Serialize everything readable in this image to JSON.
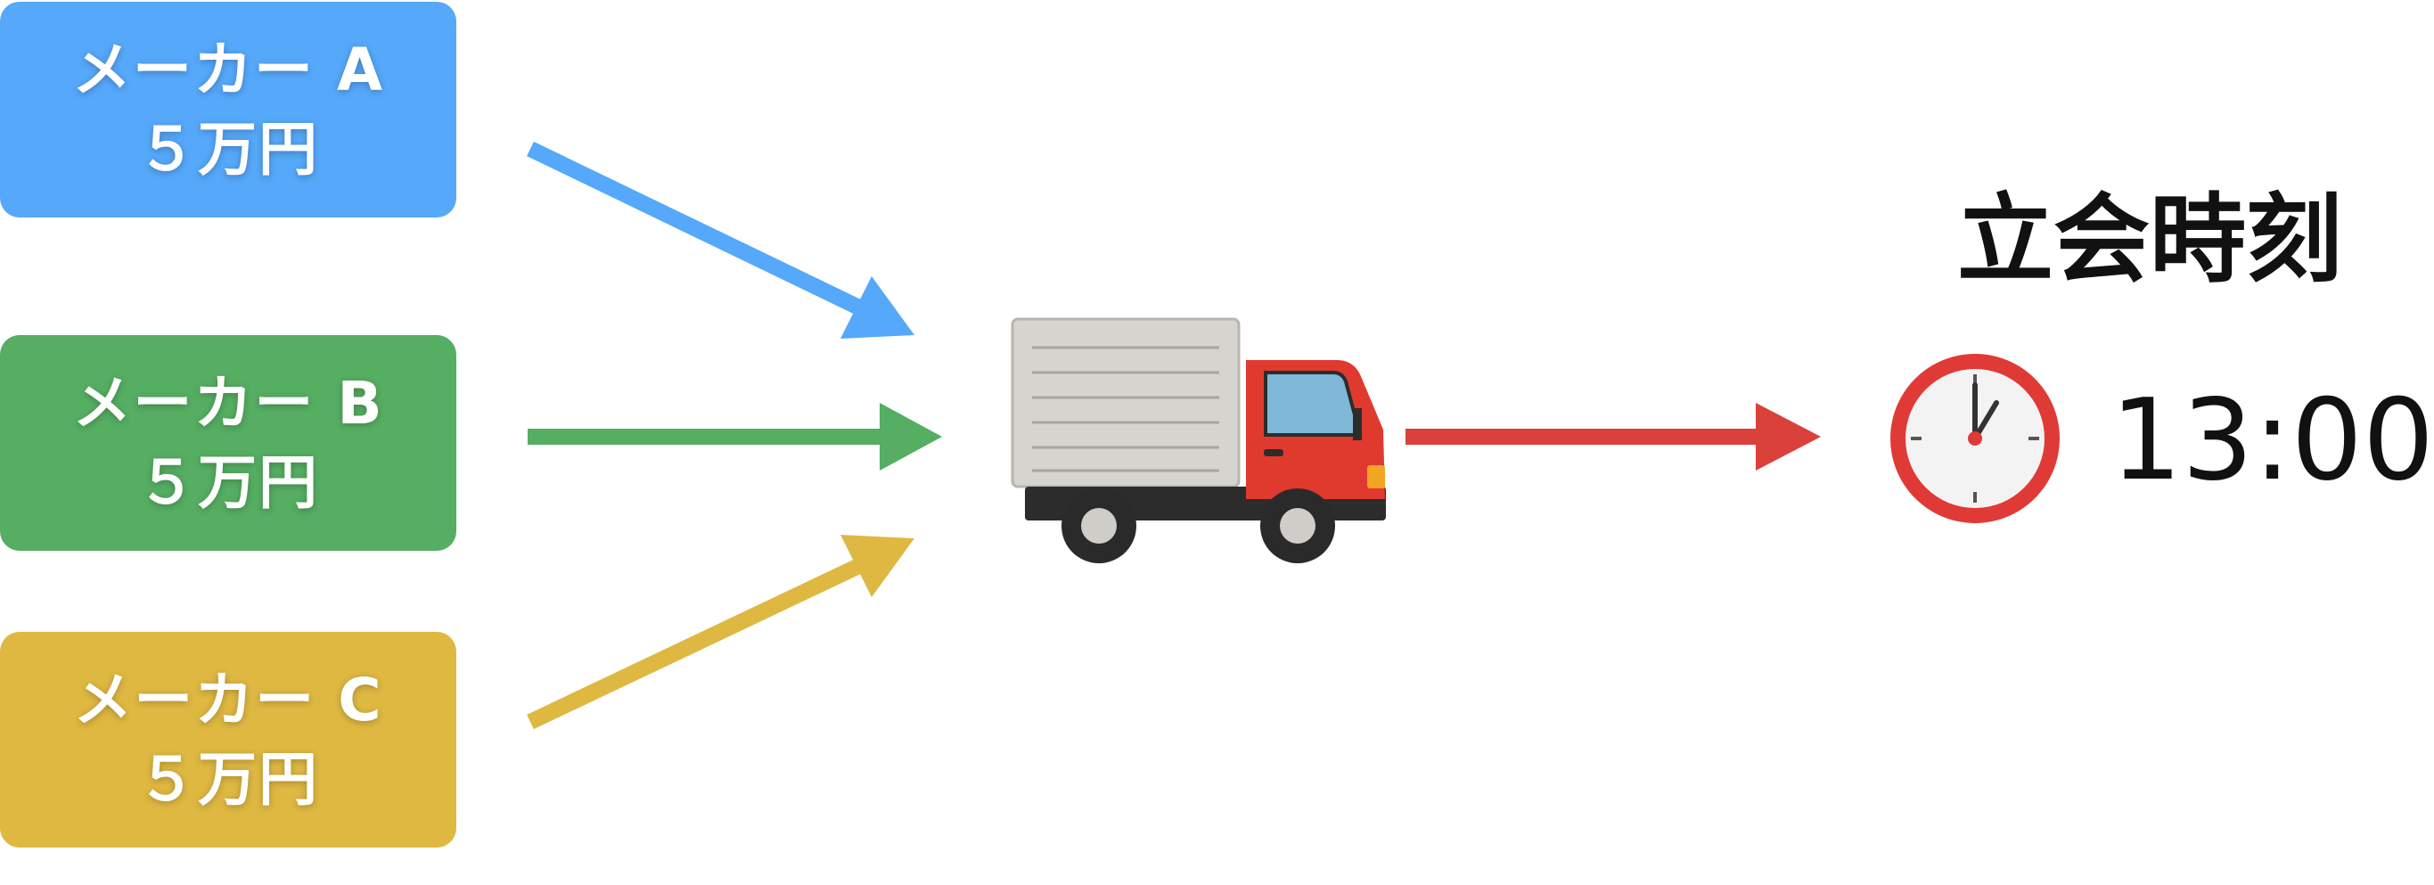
{
  "makers": [
    {
      "name": "メーカー A",
      "price": "５万円",
      "color": "#55A8FA"
    },
    {
      "name": "メーカー B",
      "price": "５万円",
      "color": "#55AE62"
    },
    {
      "name": "メーカー C",
      "price": "５万円",
      "color": "#DFB842"
    }
  ],
  "output_arrow_color": "#D9413A",
  "icons": {
    "vehicle": "delivery-truck-icon",
    "clock": "clock-icon"
  },
  "inspection": {
    "title": "立会時刻",
    "time": "13:00"
  }
}
